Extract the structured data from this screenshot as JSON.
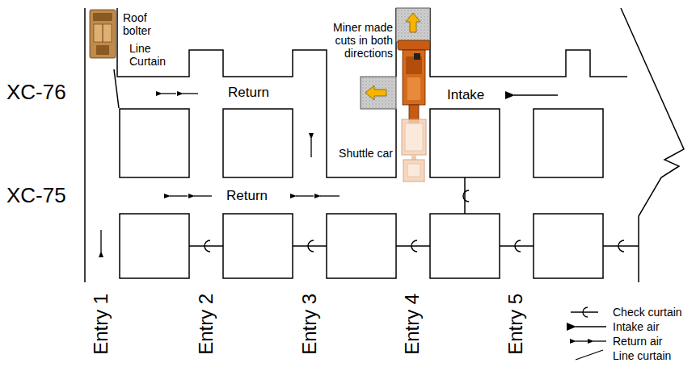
{
  "diagram": {
    "labels": [
      "XC-76",
      "XC-75",
      "Roof bolter",
      "Line Curtain",
      "Return",
      "Intake",
      "Miner made cuts in both directions",
      "Shuttle car",
      "Return",
      "Entry 1",
      "Entry 2",
      "Entry 3",
      "Entry 4",
      "Entry 5"
    ],
    "legend": [
      {
        "text": "Check curtain"
      },
      {
        "text": "Intake air"
      },
      {
        "text": "Return air"
      },
      {
        "text": "Line curtain"
      }
    ]
  }
}
